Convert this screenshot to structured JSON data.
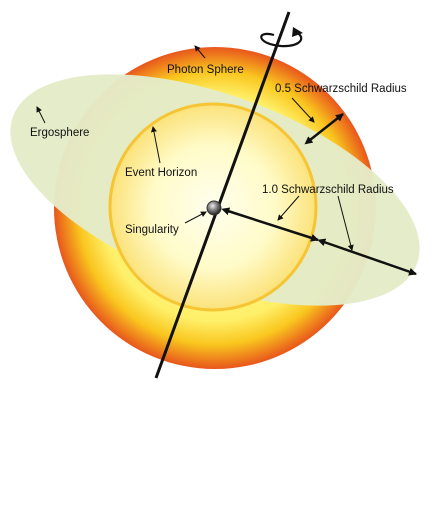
{
  "labels": {
    "photon_sphere": "Photon Sphere",
    "half_radius": "0.5 Schwarzschild Radius",
    "ergosphere": "Ergosphere",
    "event_horizon": "Event Horizon",
    "one_radius": "1.0 Schwarzschild Radius",
    "singularity": "Singularity"
  },
  "colors": {
    "photon_sphere_outer": "#e8561c",
    "photon_sphere_mid": "#f7b21a",
    "photon_sphere_inner": "#fff06a",
    "ergosphere_fill": "#e4ebc8",
    "event_horizon_edge": "#f6c534",
    "event_horizon_center": "#ffffee",
    "singularity": "#444444",
    "lines": "#111111"
  },
  "icons": [
    "rotation-arrow-icon"
  ]
}
